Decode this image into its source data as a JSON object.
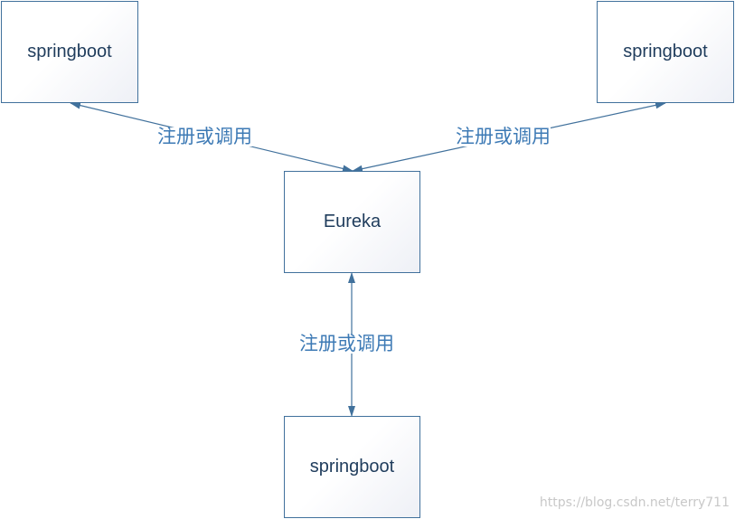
{
  "nodes": {
    "top_left": "springboot",
    "top_right": "springboot",
    "center": "Eureka",
    "bottom": "springboot"
  },
  "edges": {
    "left_label": "注册或调用",
    "right_label": "注册或调用",
    "bottom_label": "注册或调用"
  },
  "colors": {
    "edge": "#41719c",
    "label": "#3d7ab5",
    "node_border": "#41719c"
  },
  "watermark": "https://blog.csdn.net/terry711"
}
